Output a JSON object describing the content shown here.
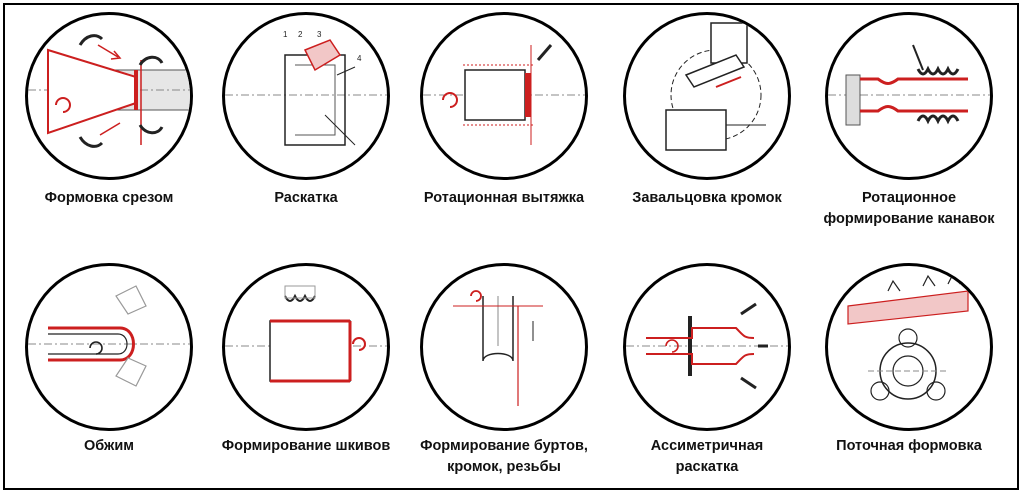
{
  "colors": {
    "accent": "#cc1f1f",
    "line": "#222222"
  },
  "processes": [
    {
      "label": "Формовка срезом"
    },
    {
      "label": "Раскатка",
      "callouts": [
        "1",
        "2",
        "3",
        "4"
      ]
    },
    {
      "label": "Ротационная вытяжка"
    },
    {
      "label": "Завальцовка кромок"
    },
    {
      "label": "Ротационное\nформирование канавок"
    },
    {
      "label": "Обжим"
    },
    {
      "label": "Формирование шкивов"
    },
    {
      "label": "Формирование буртов,\nкромок, резьбы"
    },
    {
      "label": "Ассиметричная\nраскатка"
    },
    {
      "label": "Поточная формовка"
    }
  ]
}
